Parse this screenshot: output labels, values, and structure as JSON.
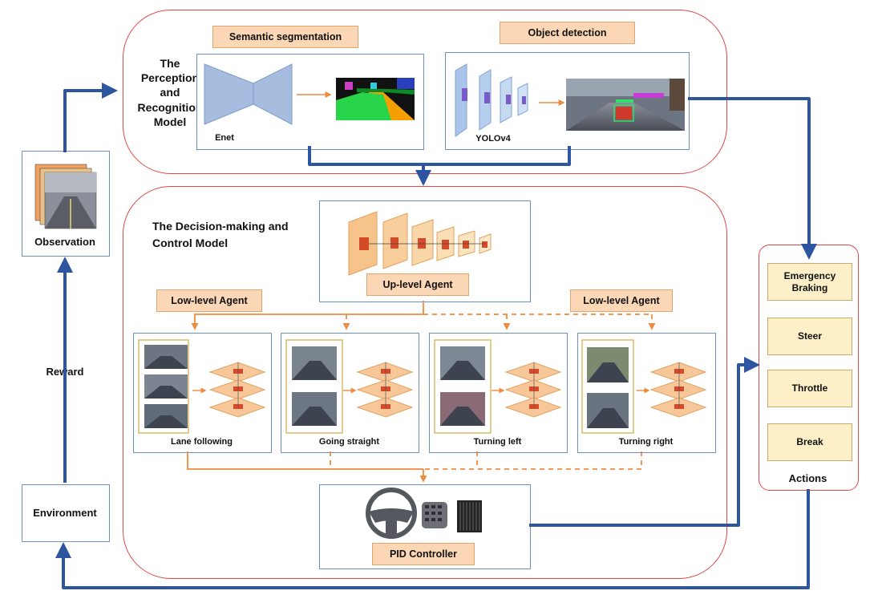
{
  "perception": {
    "title": "The\nPerception\nand\nRecognition\nModel",
    "semantic_tag": "Semantic segmentation",
    "detection_tag": "Object detection",
    "enet_label": "Enet",
    "yolo_label": "YOLOv4"
  },
  "decision": {
    "title": "The Decision-making and\nControl Model",
    "up_agent_tag": "Up-level Agent",
    "low_agent_left_tag": "Low-level Agent",
    "low_agent_right_tag": "Low-level Agent",
    "agents": [
      {
        "label": "Lane following"
      },
      {
        "label": "Going straight"
      },
      {
        "label": "Turning left"
      },
      {
        "label": "Turning right"
      }
    ],
    "pid_tag": "PID Controller"
  },
  "observation": {
    "label": "Observation"
  },
  "environment": {
    "label": "Environment"
  },
  "reward": {
    "label": "Reward"
  },
  "actions": {
    "title": "Actions",
    "items": [
      "Emergency\nBraking",
      "Steer",
      "Throttle",
      "Break"
    ]
  },
  "colors": {
    "flow_blue": "#2d55a0",
    "agent_orange": "#ee8a3e",
    "module_red": "#e04848",
    "tag_fill": "#fbd7b5",
    "action_fill": "#fdf0c8"
  }
}
